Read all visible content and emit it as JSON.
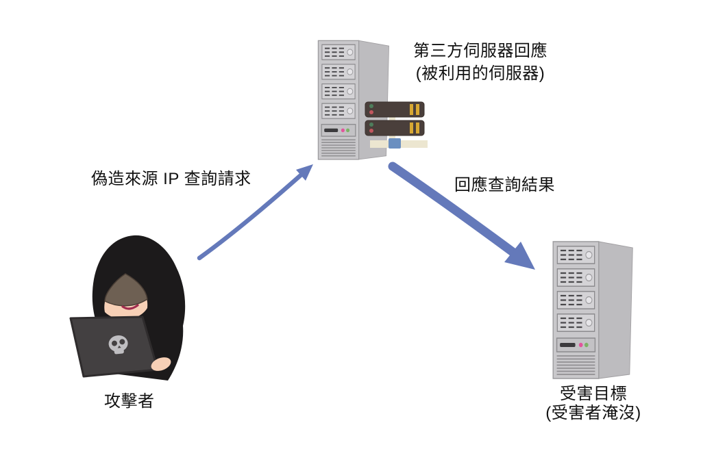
{
  "diagram": {
    "type": "reflection-attack-flow",
    "nodes": {
      "attacker": {
        "label": "攻擊者",
        "icon": "hacker-with-laptop"
      },
      "reflector": {
        "label_line1": "第三方伺服器回應",
        "label_line2": "(被利用的伺服器)",
        "icon": "server-tower-with-network-hub"
      },
      "victim": {
        "label_line1": "受害目標",
        "label_line2": "(受害者淹沒)",
        "icon": "server-tower"
      }
    },
    "edges": {
      "request": {
        "label": "偽造來源 IP 查詢請求",
        "from": "attacker",
        "to": "reflector",
        "weight": "thin"
      },
      "response": {
        "label": "回應查詢結果",
        "from": "reflector",
        "to": "victim",
        "weight": "thick"
      }
    },
    "colors": {
      "arrow": "#6479ba",
      "background": "#ffffff",
      "text": "#111111"
    }
  }
}
